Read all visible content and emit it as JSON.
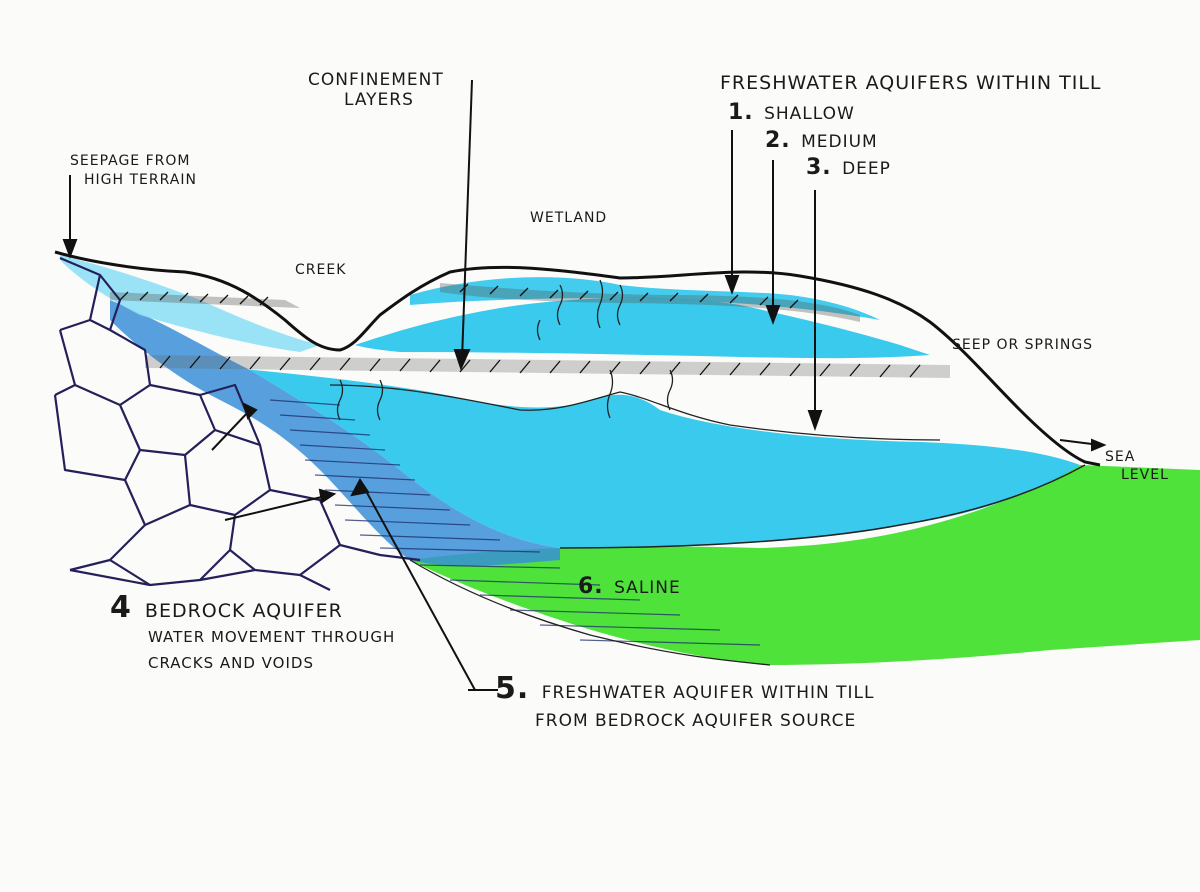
{
  "labels": {
    "confinement": [
      "CONFINEMENT",
      "LAYERS"
    ],
    "freshwater_title": "FRESHWATER AQUIFERS WITHIN TILL",
    "aquifer_1": {
      "num": "1.",
      "text": "SHALLOW"
    },
    "aquifer_2": {
      "num": "2.",
      "text": "MEDIUM"
    },
    "aquifer_3": {
      "num": "3.",
      "text": "DEEP"
    },
    "seepage": [
      "SEEPAGE FROM",
      "HIGH TERRAIN"
    ],
    "wetland": "WETLAND",
    "creek": "CREEK",
    "seep": "SEEP OR SPRINGS",
    "sea_level": [
      "SEA",
      "LEVEL"
    ],
    "saline": {
      "num": "6.",
      "text": "SALINE"
    },
    "bedrock": {
      "num": "4",
      "lines": [
        "BEDROCK AQUIFER",
        "WATER MOVEMENT THROUGH",
        "CRACKS AND VOIDS"
      ]
    },
    "till_source": {
      "num": "5.",
      "lines": [
        "FRESHWATER AQUIFER WITHIN TILL",
        "FROM BEDROCK AQUIFER SOURCE"
      ]
    }
  },
  "colors": {
    "freshwater": "#2fc7ec",
    "freshwater_light": "#8fe0f5",
    "saline": "#3fe02a",
    "bedrock_water": "#3a8fd8",
    "ink": "#111111",
    "bedrock_line": "#24205a"
  }
}
